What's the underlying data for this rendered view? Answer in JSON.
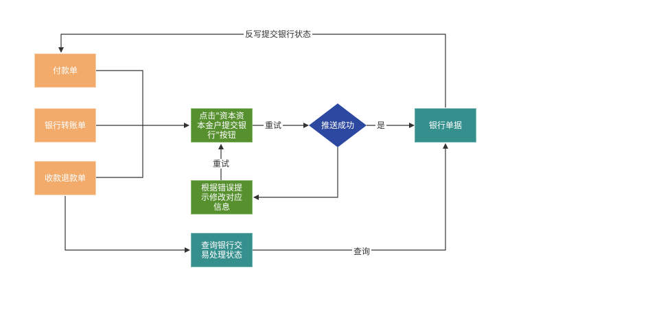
{
  "nodes": {
    "payment_order": "付款单",
    "bank_transfer_order": "银行转账单",
    "refund_order": "收款退款单",
    "submit_button": "点击\"资本资本金户提交银行\"按钮",
    "fix_info": "根据错误提示修改对应信息",
    "query_status": "查询银行交易处理状态",
    "push_success": "推送成功",
    "bank_document": "银行单据"
  },
  "edges": {
    "write_back": "反写提交银行状态",
    "retry_right": "重试",
    "retry_up": "重试",
    "yes": "是",
    "query": "查询"
  },
  "colors": {
    "orange": "#f2ab6b",
    "green": "#56902f",
    "teal": "#358f8c",
    "diamond": "#2d48a0",
    "line": "#333333"
  }
}
